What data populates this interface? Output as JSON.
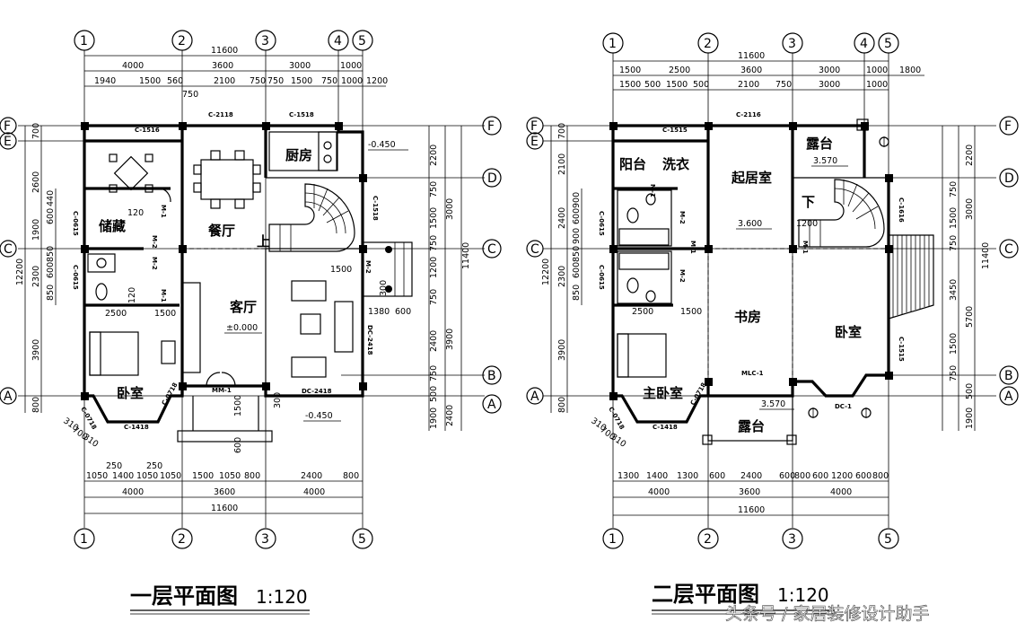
{
  "floor1": {
    "title": "一层平面图",
    "scale": "1:120",
    "axes": {
      "a1": "1",
      "a2": "2",
      "a3": "3",
      "a4": "4",
      "a5": "5",
      "b1": "1",
      "b2": "2",
      "b3": "3",
      "b5": "5",
      "F": "F",
      "E": "E",
      "D": "D",
      "C": "C",
      "B": "B",
      "A": "A"
    },
    "rooms": {
      "storage": "储藏",
      "dining": "餐厅",
      "kitchen": "厨房",
      "living": "客厅",
      "bedroom": "卧室"
    },
    "levels": {
      "outer_top": "-0.450",
      "inner": "±0.000",
      "outer_bottom": "-0.450"
    },
    "stair_up": "上",
    "dims_top": {
      "total": "11600",
      "s1": "4000",
      "s2": "3600",
      "s3": "3000",
      "s4": "1000",
      "r1": "1940",
      "r2": "1500",
      "r3": "560",
      "r4": "2100",
      "r5": "750",
      "r6": "750",
      "r7": "1500",
      "r8": "750",
      "r9": "1000",
      "r10": "1200",
      "r11": "750"
    },
    "dims_bottom": {
      "total": "11600",
      "s1": "4000",
      "s2": "3600",
      "s3": "4000",
      "r1": "1050",
      "r2": "1400",
      "r3": "1050",
      "r4": "1050",
      "r5": "1500",
      "r6": "1050",
      "r7": "800",
      "r8": "2400",
      "r9": "800",
      "x1": "250",
      "x2": "250"
    },
    "dims_left": {
      "total": "12200",
      "e": "700",
      "s1": "2600",
      "s2": "1900",
      "s3": "2300",
      "s4": "3900",
      "s5": "800",
      "i1": "440",
      "i2": "600",
      "i3": "850",
      "i4": "600",
      "i5": "850"
    },
    "dims_right": {
      "total": "11400",
      "a": "2200",
      "b": "3000",
      "c": "3900",
      "d": "2400",
      "i1": "750",
      "i2": "1500",
      "i3": "750",
      "i4": "1200",
      "i5": "750",
      "i6": "2400",
      "i7": "750",
      "i8": "500",
      "i9": "1900"
    },
    "inner_dims": {
      "d1": "120",
      "d2": "2500",
      "d3": "1500",
      "d4": "120",
      "d5": "1500",
      "d6": "1380",
      "d7": "600",
      "d8": "300",
      "d9": "1500",
      "d10": "600",
      "d11": "300",
      "d12": "310",
      "d13": "700",
      "d14": "310"
    },
    "tags": {
      "c1516": "C-1516",
      "c2118": "C-2118",
      "c1518": "C-1518",
      "c1518v": "C-1518",
      "m1a": "M-1",
      "m2a": "M-2",
      "m2b": "M-2",
      "m1b": "M-1",
      "c0615": "C-0615",
      "c0615b": "C-0615",
      "m2c": "M-2",
      "dc2418": "DC-2418",
      "mm1": "MM-1",
      "c1418": "C-1418",
      "c0718a": "C-0718",
      "c0718b": "C-0718",
      "dc2418b": "DC-2418"
    }
  },
  "floor2": {
    "title": "二层平面图",
    "scale": "1:120",
    "axes": {
      "a1": "1",
      "a2": "2",
      "a3": "3",
      "a4": "4",
      "a5": "5",
      "b1": "1",
      "b2": "2",
      "b3": "3",
      "b5": "5",
      "F": "F",
      "E": "E",
      "D": "D",
      "C": "C",
      "B": "B",
      "A": "A"
    },
    "rooms": {
      "balcony": "阳台",
      "laundry": "洗衣",
      "lounge": "起居室",
      "terrace_top": "露台",
      "study": "书房",
      "bedroom": "卧室",
      "master": "主卧室",
      "terrace_bottom": "露台"
    },
    "levels": {
      "l1": "3.570",
      "l2": "3.600",
      "l3": "3.570"
    },
    "stair_down": "下",
    "dims_top": {
      "total": "11600",
      "s1": "1500",
      "s2": "2500",
      "s3": "3600",
      "s4": "3000",
      "s5": "1000",
      "s6": "1800",
      "r1": "1500",
      "r2": "500",
      "r3": "1500",
      "r4": "500",
      "r5": "2100",
      "r6": "750",
      "r7": "3000",
      "r8": "1000"
    },
    "dims_bottom": {
      "total": "11600",
      "s1": "4000",
      "s2": "3600",
      "s3": "4000",
      "r1": "1300",
      "r2": "1400",
      "r3": "1300",
      "r4": "600",
      "r5": "2400",
      "r6": "600",
      "r7": "800",
      "r8": "600",
      "r9": "1200",
      "r10": "600",
      "r11": "800"
    },
    "dims_left": {
      "total": "12200",
      "e": "700",
      "s1": "2100",
      "s2": "2400",
      "s3": "2300",
      "s4": "3900",
      "s5": "800",
      "i1": "900",
      "i2": "600",
      "i3": "900",
      "i4": "850",
      "i5": "600",
      "i6": "850"
    },
    "dims_right": {
      "total": "11400",
      "a": "2200",
      "b": "3000",
      "c": "5700",
      "d": "1900",
      "i1": "750",
      "i2": "1500",
      "i3": "750",
      "i4": "3450",
      "i5": "1500",
      "i6": "750",
      "i7": "500"
    },
    "inner_dims": {
      "d1": "2500",
      "d2": "1500",
      "d3": "1200",
      "d4": "310",
      "d5": "700",
      "d6": "310"
    },
    "tags": {
      "c1515": "C-1515",
      "c2116": "C-2116",
      "m1a": "M-1",
      "c0615": "C-0615",
      "m2a": "M-2",
      "m1b": "M-1",
      "m2b": "M-2",
      "c0615b": "C-0615",
      "m1c": "M-1",
      "c1616": "C-1616",
      "mlc1": "MLC-1",
      "c1418": "C-1418",
      "c0718a": "C-0718",
      "c0718b": "C-0718",
      "dc1": "DC-1",
      "c1515r": "C-1515"
    }
  },
  "watermark": "头条号 / 家居装修设计助手"
}
